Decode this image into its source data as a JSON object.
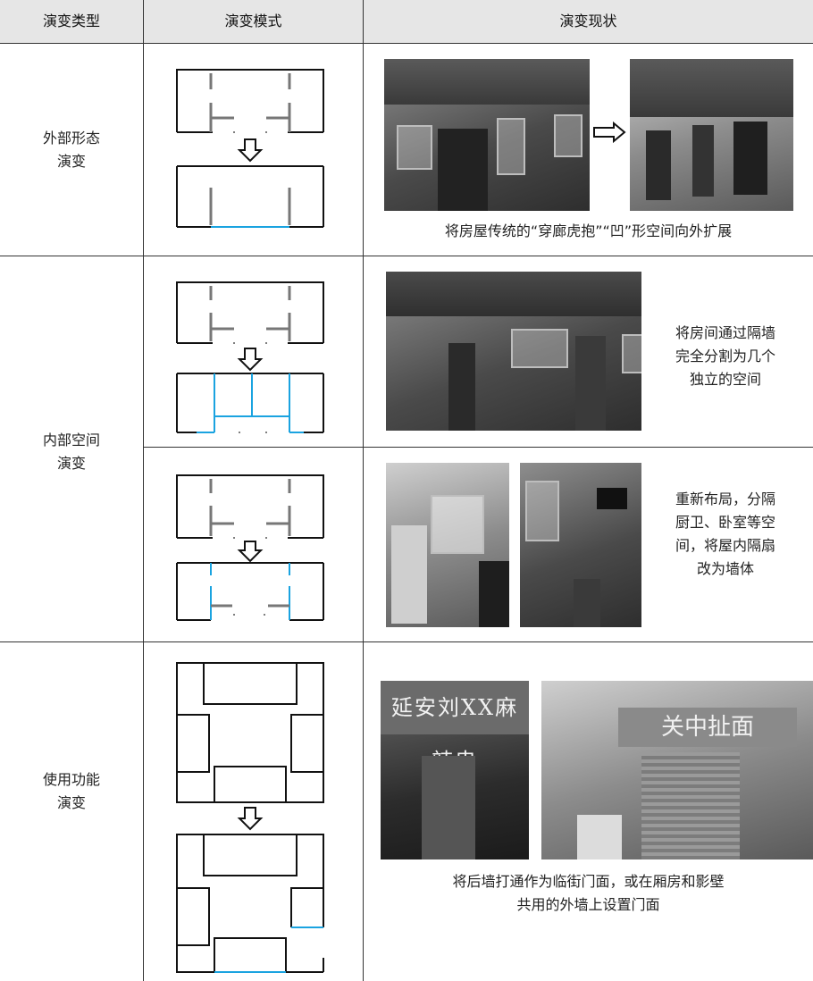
{
  "table": {
    "headers": [
      "演变类型",
      "演变模式",
      "演变现状"
    ],
    "rows": [
      {
        "type": "外部形态\n演变",
        "caption": "将房屋传统的“穿廊虎抱”“凹”形空间向外扩展"
      },
      {
        "type": "内部空间\n演变",
        "caption": "将房间通过隔墙\n完全分割为几个\n独立的空间"
      },
      {
        "type": "",
        "caption": "重新布局，分隔\n厨卫、卧室等空\n间，将屋内隔扇\n改为墙体"
      },
      {
        "type": "使用功能\n演变",
        "caption": "将后墙打通作为临街门面，或在厢房和影壁\n共用的外墙上设置门面"
      }
    ]
  },
  "photos": {
    "sign_left": "延安刘XX麻辣串",
    "sign_right": "关中扯面"
  },
  "colors": {
    "header_bg": "#e6e6e6",
    "grid_line": "#333333",
    "wall": "#111111",
    "new_wall": "#1aa3e0"
  },
  "icons": {
    "down_arrow": "down-arrow-icon",
    "right_arrow": "right-arrow-icon"
  }
}
